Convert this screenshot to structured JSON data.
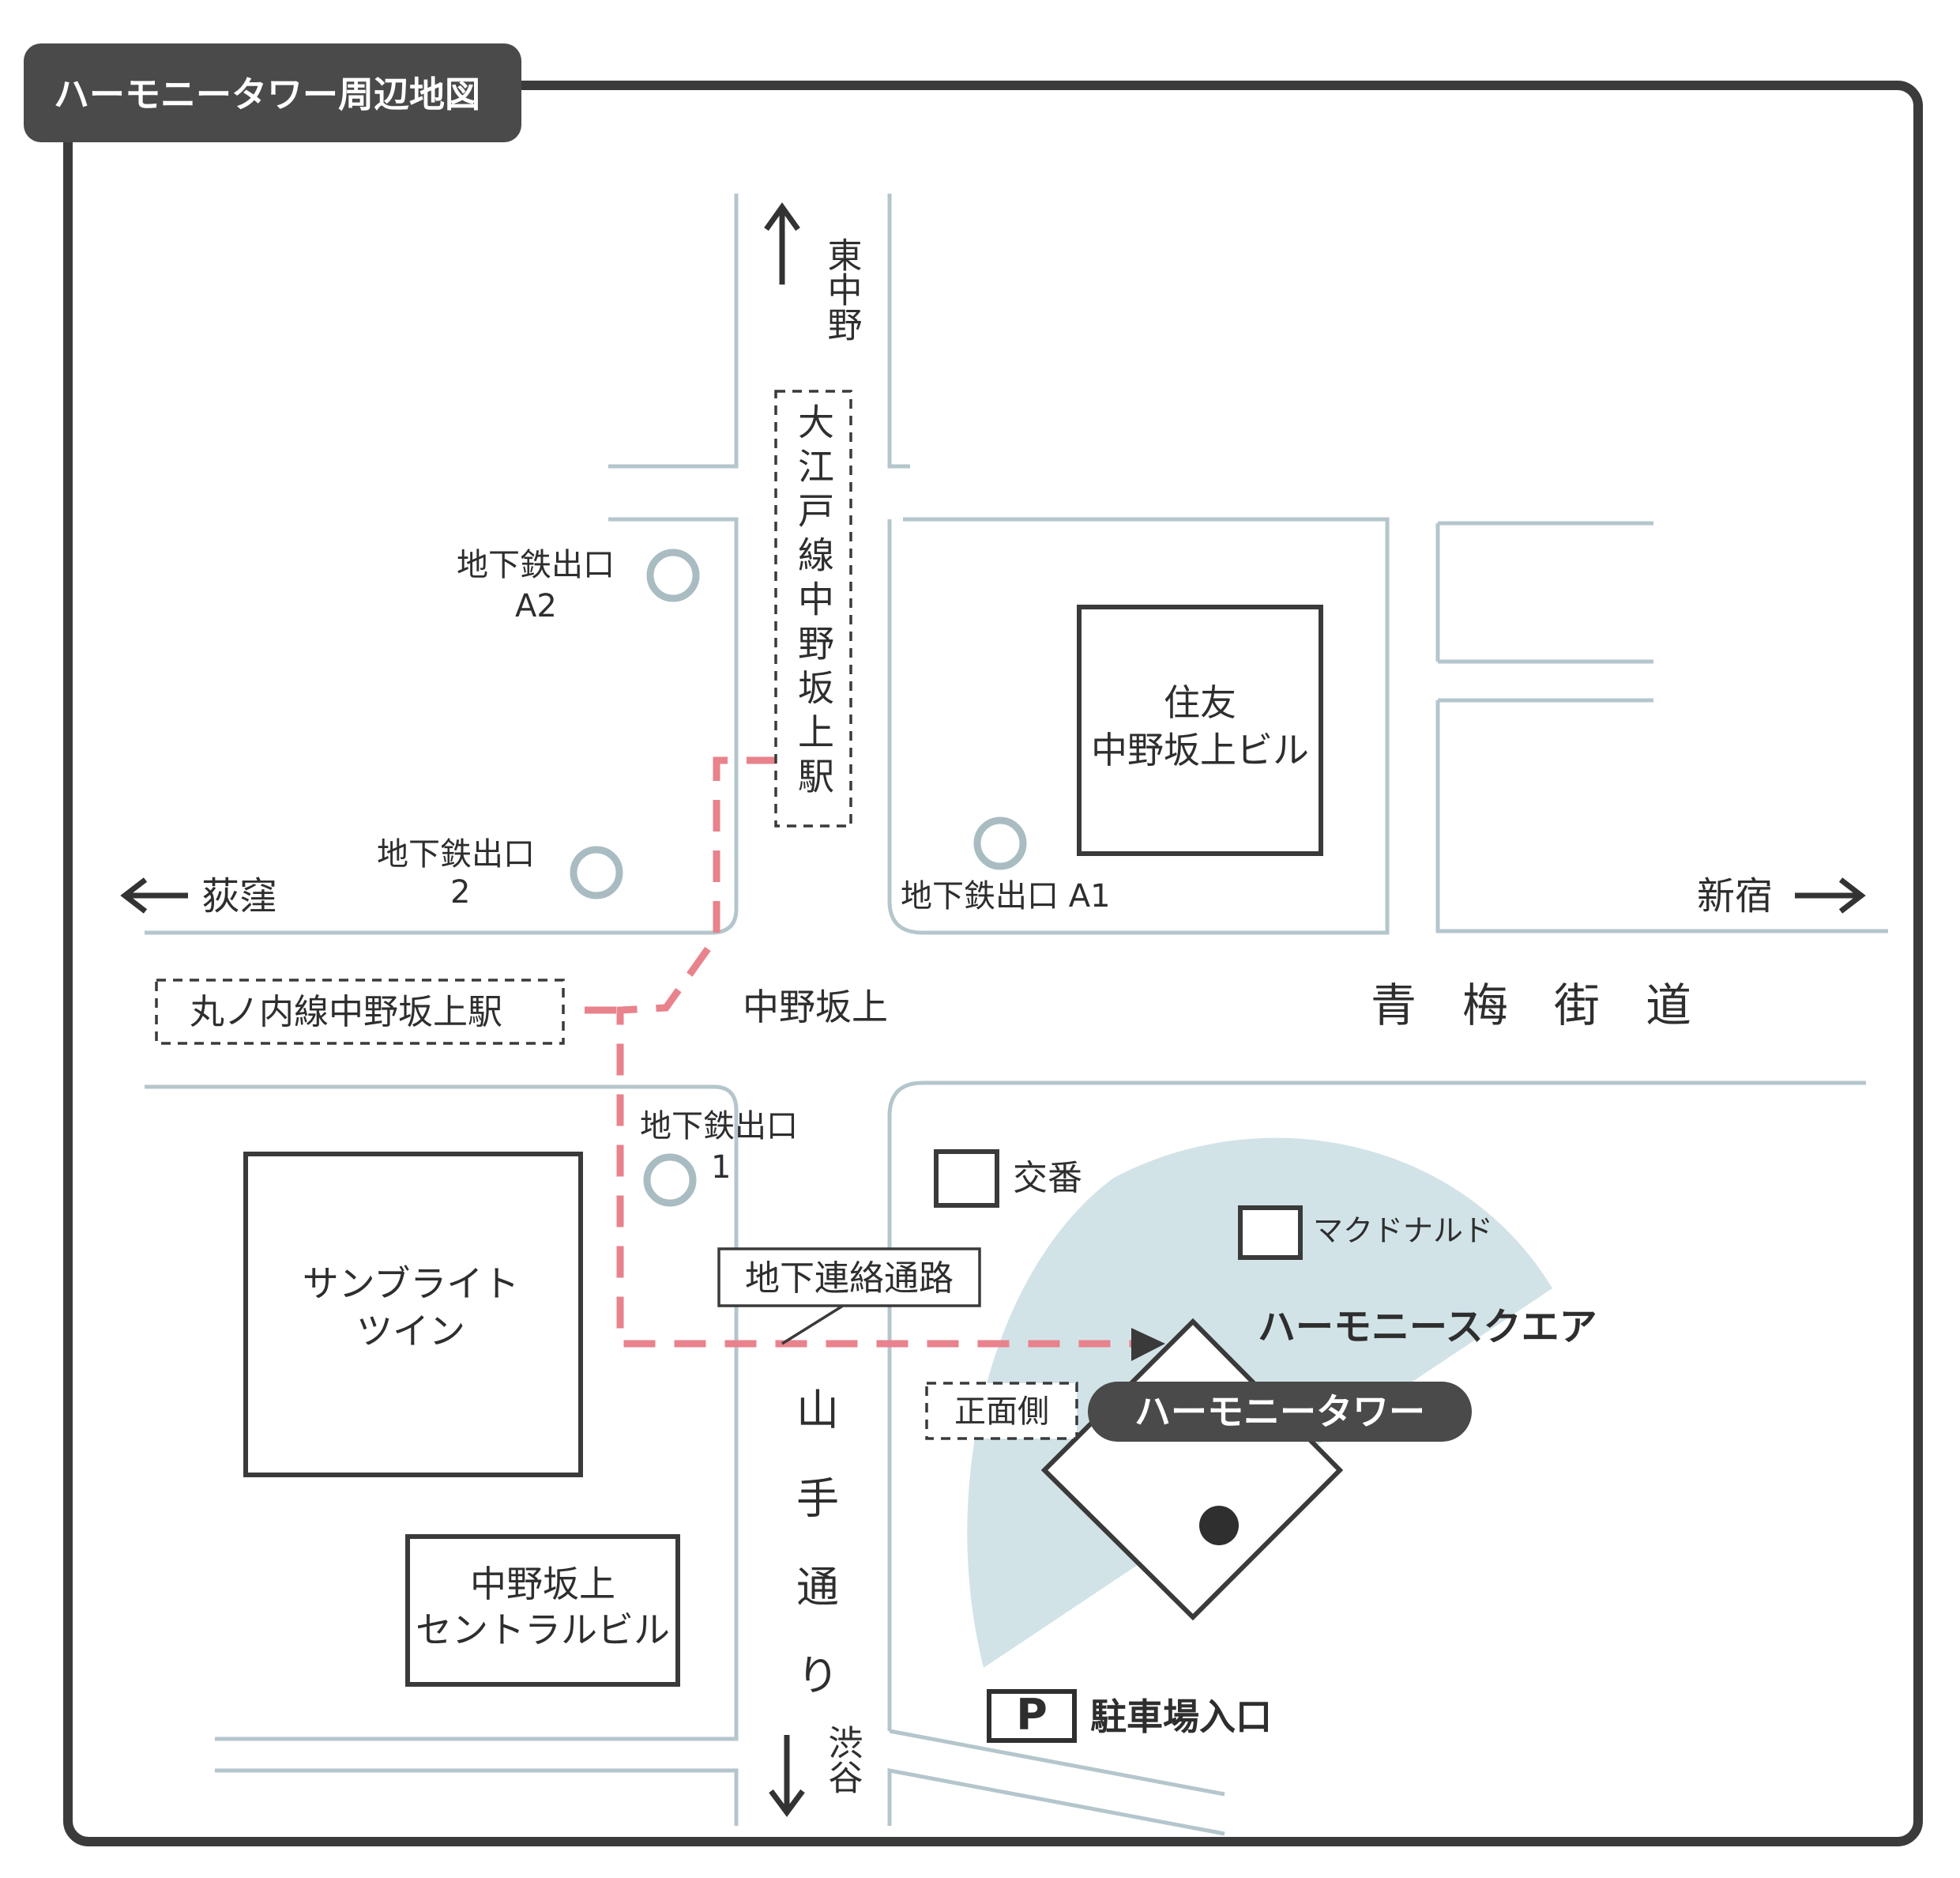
{
  "title": "ハーモニータワー周辺地図",
  "directions": {
    "north": "東中野",
    "west": "荻窪",
    "east": "新宿",
    "south": "渋谷"
  },
  "streets": {
    "ome_kaido": "青梅街道",
    "yamate_dori": "山手通り",
    "intersection": "中野坂上"
  },
  "stations": {
    "oedo": "大江戸線中野坂上駅",
    "marunouchi": "丸ノ内線中野坂上駅"
  },
  "exits": {
    "a2_line1": "地下鉄出口",
    "a2_line2": "A2",
    "e2_line1": "地下鉄出口",
    "e2_line2": "2",
    "a1": "地下鉄出口 A1",
    "e1_line1": "地下鉄出口",
    "e1_line2": "1"
  },
  "buildings": {
    "sumitomo_line1": "住友",
    "sumitomo_line2": "中野坂上ビル",
    "sunbright_line1": "サンブライト",
    "sunbright_line2": "ツイン",
    "central_line1": "中野坂上",
    "central_line2": "セントラルビル",
    "harmony_tower": "ハーモニータワー",
    "harmony_square": "ハーモニースクエア",
    "mcdonalds": "マクドナルド",
    "koban": "交番"
  },
  "labels": {
    "underground_passage": "地下連絡通路",
    "front_side": "正面側",
    "parking_symbol": "P",
    "parking_entrance": "駐車場入口"
  },
  "colors": {
    "route": "#e8828c",
    "road": "#b4c6cc",
    "plaza": "#d2e3e8",
    "frame": "#3b3b3b"
  }
}
